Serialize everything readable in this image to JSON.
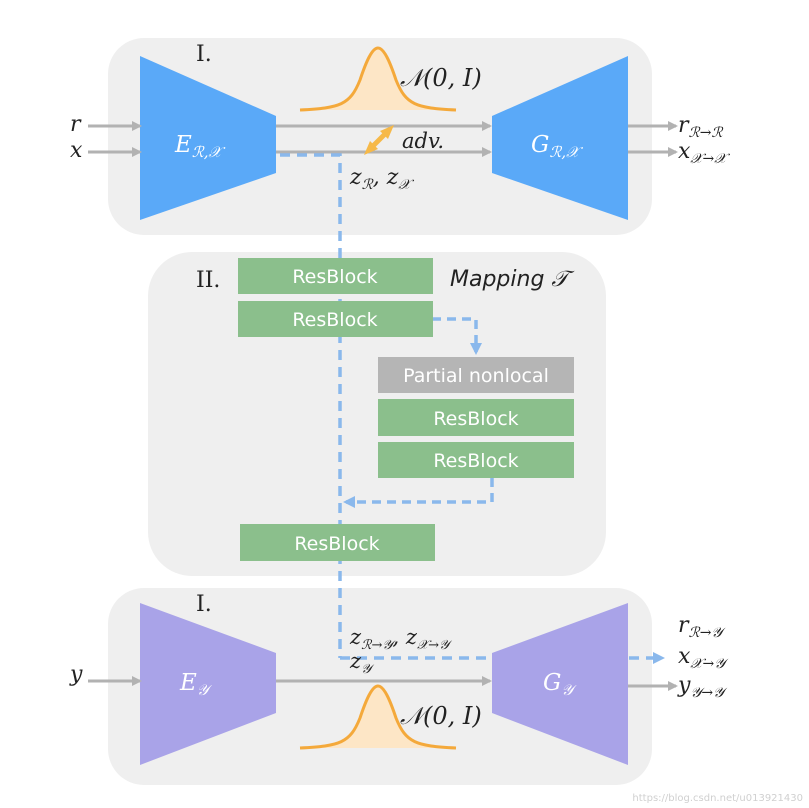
{
  "panel_top": {
    "label": "I.",
    "encoder": {
      "text": "E",
      "sub": "ℛ,𝒳"
    },
    "generator": {
      "text": "G",
      "sub": "ℛ,𝒳"
    },
    "normal_label": "𝒩(0, I)",
    "adv_label": "adv.",
    "latent_label": {
      "z1": "z",
      "s1": "ℛ",
      "z2": "z",
      "s2": "𝒳",
      "sep": ", "
    },
    "inputs": [
      "r",
      "x"
    ],
    "outputs": [
      {
        "v": "r",
        "s": "ℛ→ℛ"
      },
      {
        "v": "x",
        "s": "𝒳→𝒳"
      }
    ]
  },
  "panel_middle": {
    "label": "II.",
    "mapping_label": "Mapping 𝒯",
    "blocks": {
      "resblock_1": "ResBlock",
      "resblock_2": "ResBlock",
      "partial_nonlocal": "Partial nonlocal",
      "resblock_3": "ResBlock",
      "resblock_4": "ResBlock",
      "resblock_5": "ResBlock"
    }
  },
  "panel_bottom": {
    "label": "I.",
    "encoder": {
      "text": "E",
      "sub": "𝒴"
    },
    "generator": {
      "text": "G",
      "sub": "𝒴"
    },
    "normal_label": "𝒩(0, I)",
    "mapped_latent": {
      "z1": "z",
      "s1": "ℛ→𝒴",
      "z2": "z",
      "s2": "𝒳→𝒴",
      "sep": ", "
    },
    "latent_label": {
      "z": "z",
      "s": "𝒴"
    },
    "inputs": [
      "y"
    ],
    "outputs": [
      {
        "v": "r",
        "s": "ℛ→𝒴"
      },
      {
        "v": "x",
        "s": "𝒳→𝒴"
      },
      {
        "v": "y",
        "s": "𝒴→𝒴"
      }
    ]
  },
  "watermark": "https://blog.csdn.net/u013921430",
  "colors": {
    "panel_bg": "#efefef",
    "encoder_top": "#5aa9f8",
    "encoder_bottom": "#a9a3e8",
    "resblock": "#8bbf8c",
    "partial_nonlocal": "#b5b5b5",
    "dashed": "#8ab8ec",
    "arrow_gray": "#b2b2b2",
    "normal_curve": "#f4a93b",
    "normal_fill": "#fde6c6",
    "adv_arrow": "#f6b949"
  }
}
